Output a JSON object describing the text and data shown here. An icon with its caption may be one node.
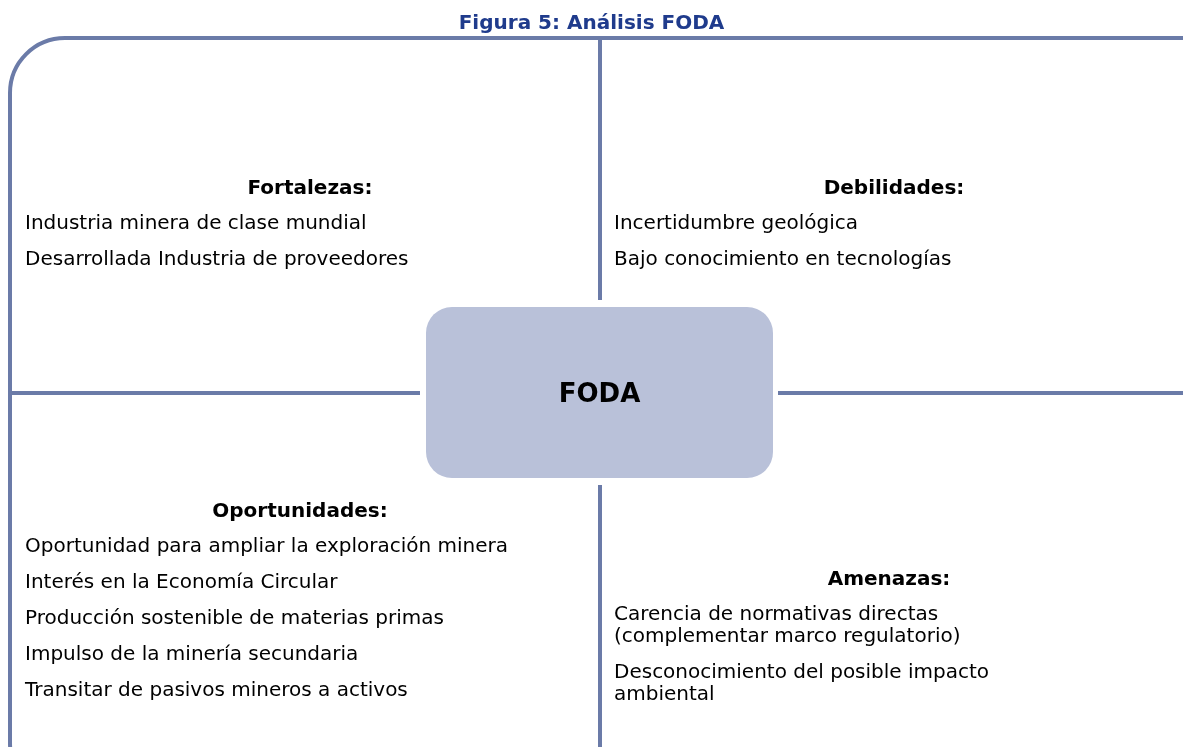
{
  "diagram": {
    "title": "Figura 5: Análisis FODA",
    "nodes": [
      {
        "text": [
          "Fortalezas:",
          "Industria minera de clase mundial",
          "Desarrollada Industria de proveedores"
        ]
      },
      {
        "text": [
          "Debilidades:",
          "Incertidumbre geológica",
          "Bajo conocimiento en tecnologías"
        ]
      },
      {
        "text": [
          "FODA"
        ]
      },
      {
        "text": [
          "Oportunidades:",
          "Oportunidad para ampliar la exploración minera",
          "Interés en la Economía Circular",
          "Producción sostenible de materias primas",
          "Impulso de la minería secundaria",
          "Transitar de pasivos mineros a activos"
        ]
      },
      {
        "text": [
          "Amenazas:",
          "Carencia de normativas directas (complementar marco regulatorio)",
          "Desconocimiento del posible impacto ambiental"
        ]
      }
    ]
  }
}
